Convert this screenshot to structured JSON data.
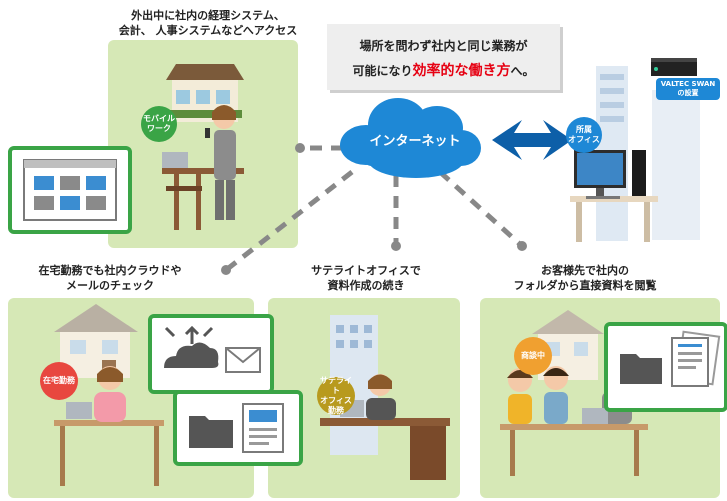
{
  "captions": {
    "mobile": [
      "外出中に社内の経理システム、",
      "会計、 人事システムなどへアクセス"
    ],
    "home": [
      "在宅勤務でも社内クラウドや",
      "メールのチェック"
    ],
    "satellite": [
      "サテライトオフィスで",
      "資料作成の続き"
    ],
    "client": [
      "お客様先で社内の",
      "フォルダから直接資料を閲覧"
    ]
  },
  "headline": {
    "line1": "場所を問わず社内と同じ業務が",
    "line2_prefix": "可能になり",
    "line2_highlight": "効率的な働き方",
    "line2_suffix": "へ。"
  },
  "cloud_label": "インターネット",
  "badges": {
    "mobile": [
      "モバイル",
      "ワーク"
    ],
    "office": [
      "所属",
      "オフィス"
    ],
    "home": "在宅勤務",
    "satellite": [
      "サテライト",
      "オフィス勤務"
    ],
    "client": "商談中"
  },
  "server_label": [
    "VALTEC SWAN",
    "の設置"
  ],
  "colors": {
    "panel_green": "#d6e8b6",
    "bubble_green": "#3aa446",
    "cloud_blue": "#1e88d6",
    "highlight_red": "#e60012",
    "badge_green": "#3aa446",
    "badge_blue": "#1e88d6",
    "badge_red": "#e8473f",
    "badge_orange": "#f0a030",
    "badge_olive": "#b89a1e",
    "connector_gray": "#888888"
  }
}
